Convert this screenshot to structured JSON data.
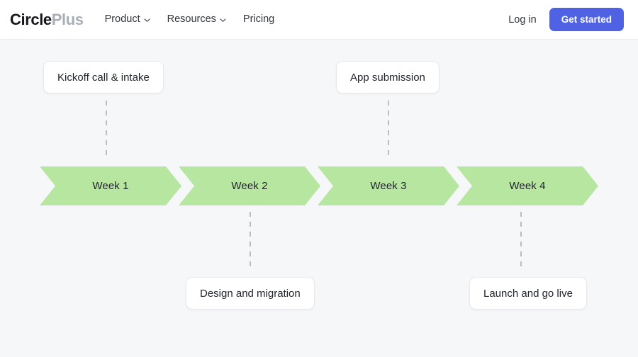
{
  "header": {
    "brand": {
      "primary": "Circle",
      "secondary": "Plus"
    },
    "nav": [
      {
        "label": "Product",
        "has_dropdown": true,
        "icon": "chevron-down-icon"
      },
      {
        "label": "Resources",
        "has_dropdown": true,
        "icon": "chevron-down-icon"
      },
      {
        "label": "Pricing",
        "has_dropdown": false,
        "icon": ""
      }
    ],
    "login_label": "Log in",
    "cta_label": "Get started",
    "cta_color": "#4e62e3",
    "background": "#ffffff"
  },
  "timeline": {
    "background": "#f6f7f9",
    "chevron_color": "#b6e6a0",
    "connector_color": "#b9bcc4",
    "stages": [
      {
        "label": "Week 1"
      },
      {
        "label": "Week 2"
      },
      {
        "label": "Week 3"
      },
      {
        "label": "Week 4"
      }
    ],
    "milestones": [
      {
        "label": "Kickoff call & intake",
        "stage": "Week 1",
        "position": "above"
      },
      {
        "label": "App submission",
        "stage": "Week 3",
        "position": "above"
      },
      {
        "label": "Design and migration",
        "stage": "Week 2",
        "position": "below"
      },
      {
        "label": "Launch and go live",
        "stage": "Week 4",
        "position": "below"
      }
    ]
  }
}
